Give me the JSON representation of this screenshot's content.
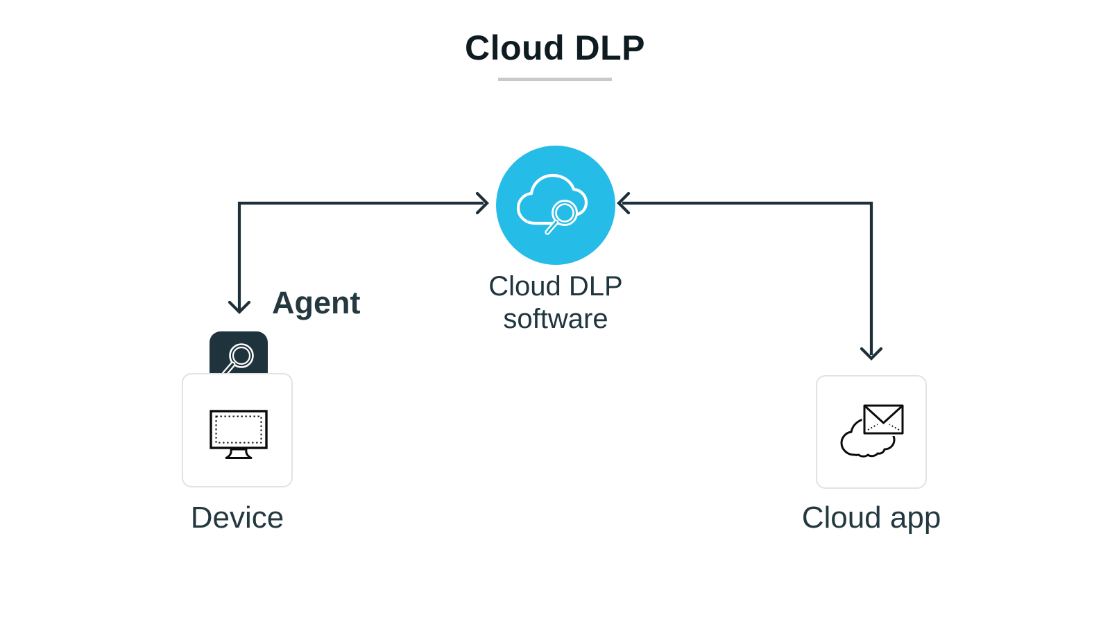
{
  "diagram": {
    "title": "Cloud DLP",
    "nodes": {
      "center": {
        "label": "Cloud DLP\nsoftware",
        "icon": "cloud-search-icon",
        "shape": "circle",
        "fill": "#26bce8"
      },
      "device": {
        "label": "Device",
        "badge": "Agent",
        "icons": [
          "search-icon",
          "monitor-icon"
        ],
        "shape": "rounded-box"
      },
      "cloud_app": {
        "label": "Cloud app",
        "icon": "cloud-mail-icon",
        "shape": "rounded-box"
      }
    },
    "edges": [
      {
        "from": "Device",
        "to": "Cloud DLP software",
        "style": "elbow",
        "direction": "bidirectional"
      },
      {
        "from": "Cloud app",
        "to": "Cloud DLP software",
        "style": "elbow",
        "direction": "bidirectional"
      }
    ],
    "colors": {
      "accent": "#26bce8",
      "arrow_ink": "#1e2f3a",
      "title_ink": "#0e1b21",
      "label_ink": "#24383f",
      "agent_badge_fill": "#1f333c",
      "box_border": "#e2e2e2",
      "underline": "#c9c9c9",
      "background": "#ffffff"
    }
  }
}
